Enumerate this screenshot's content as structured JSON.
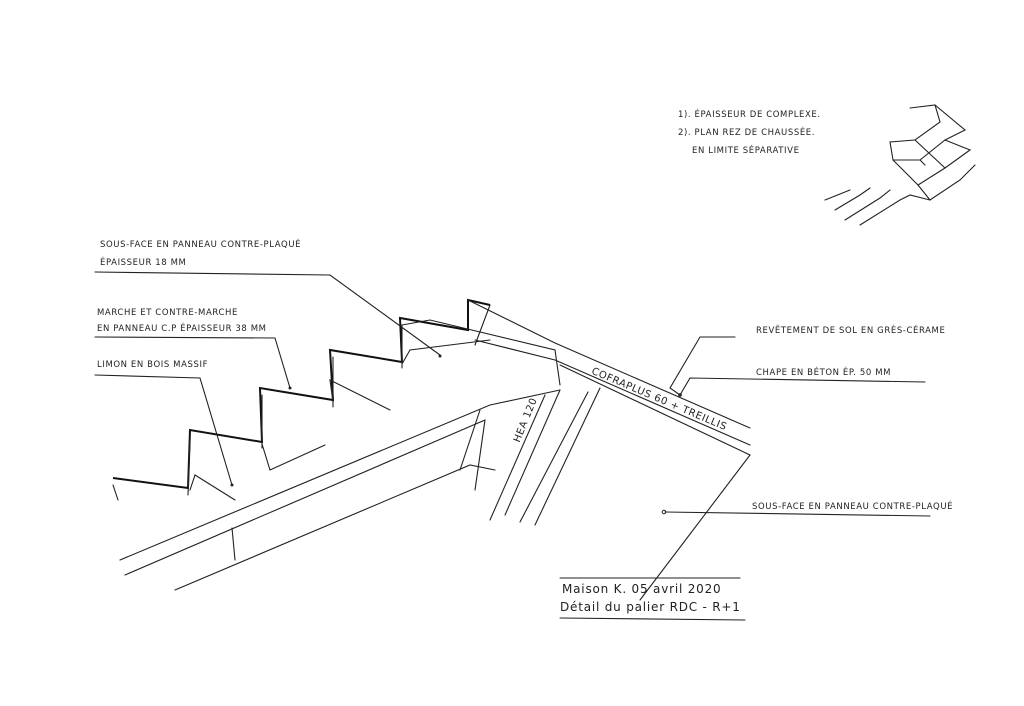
{
  "notes": {
    "line1": "1). Épaisseur de complexe.",
    "line2": "2). Plan rez de chaussée.",
    "line3": "En limite séparative"
  },
  "labels": {
    "sous_face_top_1": "Sous-face en panneau contre-plaqué",
    "sous_face_top_2": "Épaisseur 18 mm",
    "marche_1": "Marche et contre-marche",
    "marche_2": "en panneau C.P épaisseur 38 mm",
    "limon": "Limon en bois massif",
    "revetement": "Revêtement de sol en grès-cérame",
    "chape": "Chape en béton ép. 50 mm",
    "sous_face_right": "Sous-face en panneau contre-plaqué",
    "hea": "HEA 120",
    "cofraplus": "COFRAPLUS 60 + TREILLIS"
  },
  "title_block": {
    "line1": "Maison K.  05 avril 2020",
    "line2": "Détail du palier RDC - R+1"
  }
}
